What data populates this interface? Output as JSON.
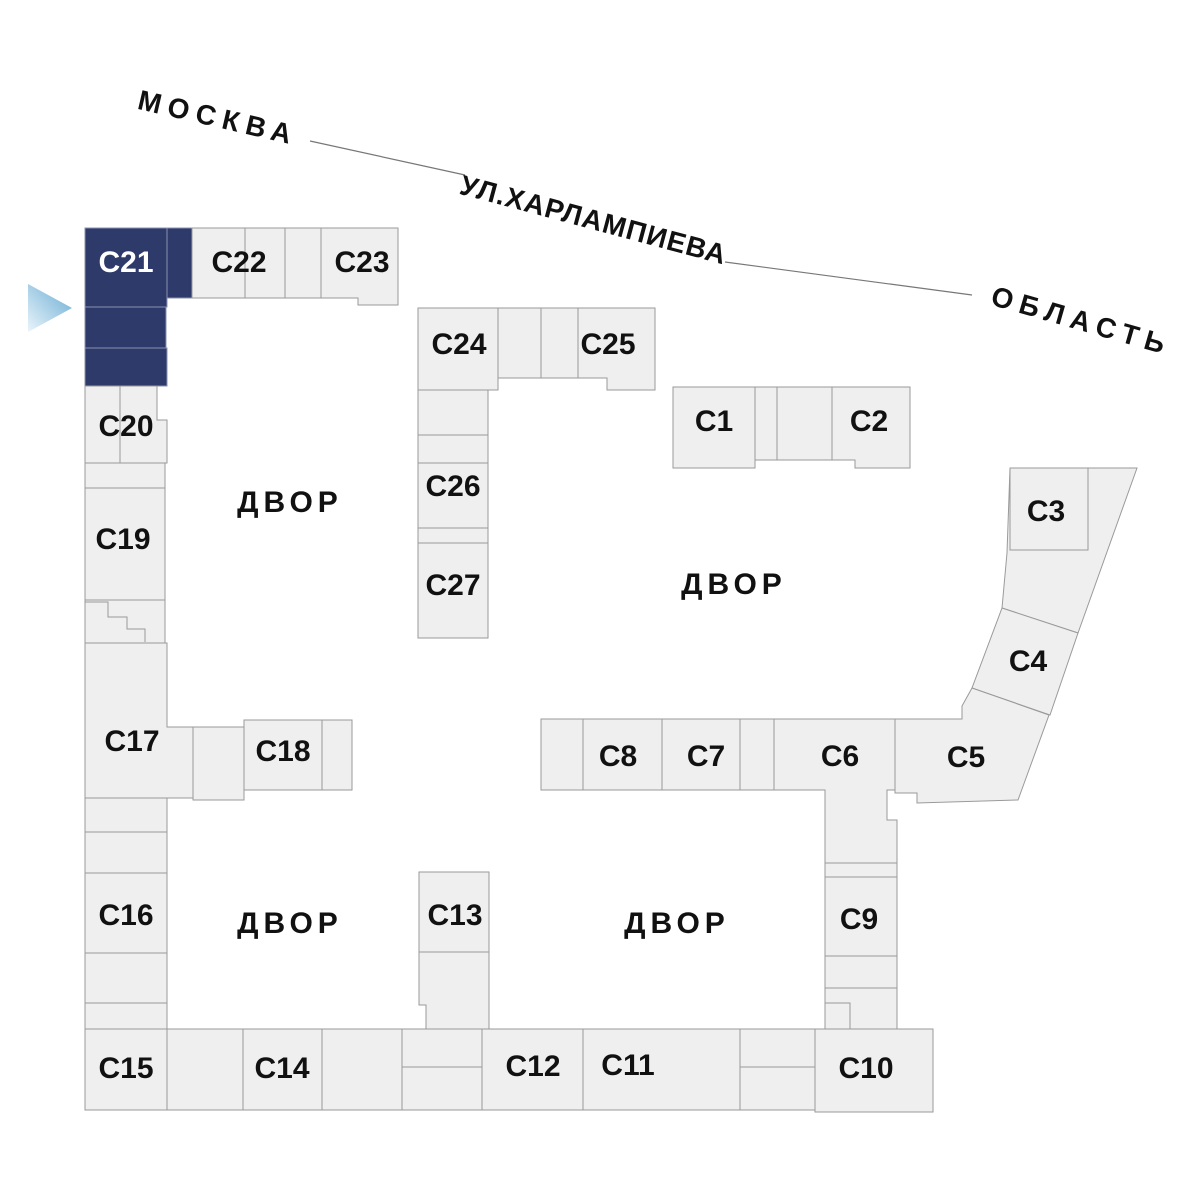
{
  "map": {
    "streets": {
      "moscow": "МОСКВА",
      "kharlampieva": "УЛ.ХАРЛАМПИЕВА",
      "oblast": "ОБЛАСТЬ"
    },
    "courtyards": {
      "label": "ДВОР"
    },
    "buildings": {
      "c1": "С1",
      "c2": "С2",
      "c3": "С3",
      "c4": "С4",
      "c5": "С5",
      "c6": "С6",
      "c7": "С7",
      "c8": "С8",
      "c9": "С9",
      "c10": "С10",
      "c11": "С11",
      "c12": "С12",
      "c13": "С13",
      "c14": "С14",
      "c15": "С15",
      "c16": "С16",
      "c17": "С17",
      "c18": "С18",
      "c19": "С19",
      "c20": "С20",
      "c21": "С21",
      "c22": "С22",
      "c23": "С23",
      "c24": "С24",
      "c25": "С25",
      "c26": "С26",
      "c27": "С27"
    },
    "selected_building": "С21",
    "colors": {
      "building_fill": "#f0efef",
      "building_border": "#9a9a9a",
      "selected_fill": "#2d3a6a",
      "selected_text": "#ffffff",
      "label_text": "#111111",
      "marker_blue": "#66aad2"
    }
  }
}
